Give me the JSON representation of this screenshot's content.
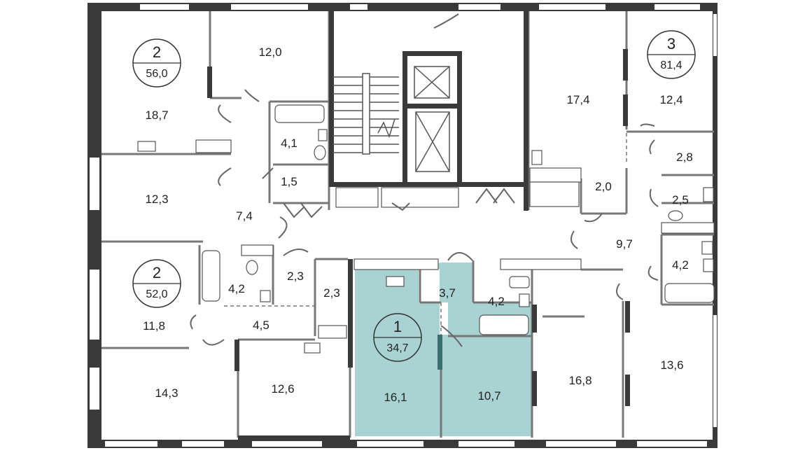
{
  "rooms": [
    {
      "id": "r1",
      "label": "18,7"
    },
    {
      "id": "r2",
      "label": "12,0"
    },
    {
      "id": "r3",
      "label": "4,1"
    },
    {
      "id": "r4",
      "label": "1,5"
    },
    {
      "id": "r5",
      "label": "12,3"
    },
    {
      "id": "r6",
      "label": "7,4"
    },
    {
      "id": "r7",
      "label": "17,4"
    },
    {
      "id": "r8",
      "label": "12,4"
    },
    {
      "id": "r9",
      "label": "2,8"
    },
    {
      "id": "r10",
      "label": "2,0"
    },
    {
      "id": "r11",
      "label": "2,5"
    },
    {
      "id": "r12",
      "label": "9,7"
    },
    {
      "id": "r13",
      "label": "4,2"
    },
    {
      "id": "r14",
      "label": "4,2"
    },
    {
      "id": "r15",
      "label": "2,3"
    },
    {
      "id": "r16",
      "label": "2,3"
    },
    {
      "id": "r17",
      "label": "11,8"
    },
    {
      "id": "r18",
      "label": "4,5"
    },
    {
      "id": "r19",
      "label": "3,7"
    },
    {
      "id": "r20",
      "label": "4,2"
    },
    {
      "id": "r21",
      "label": "14,3"
    },
    {
      "id": "r22",
      "label": "12,6"
    },
    {
      "id": "r23",
      "label": "16,1"
    },
    {
      "id": "r24",
      "label": "10,7"
    },
    {
      "id": "r25",
      "label": "16,8"
    },
    {
      "id": "r26",
      "label": "13,6"
    }
  ],
  "apartments": [
    {
      "rooms": "2",
      "area": "56,0"
    },
    {
      "rooms": "3",
      "area": "81,4"
    },
    {
      "rooms": "2",
      "area": "52,0"
    },
    {
      "rooms": "1",
      "area": "34,7"
    }
  ],
  "colors": {
    "highlight": "#a8d3d2",
    "wall": "#3a3a3a",
    "highlight_wall": "#3b7070"
  }
}
